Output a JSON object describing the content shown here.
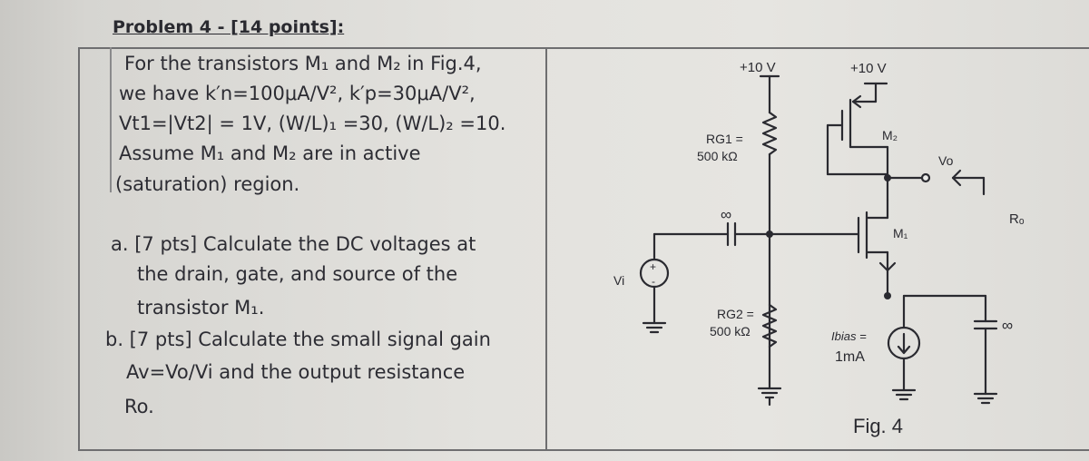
{
  "problem": {
    "heading": "Problem 4 - [14 points]:",
    "intro": [
      "For the transistors M₁ and M₂ in Fig.4,",
      "we  have  k′n=100μA/V²,  k′p=30μA/V²,",
      "Vt1=|Vt2| = 1V, (W/L)₁ =30, (W/L)₂ =10.",
      "Assume   M₁   and   M₂   are   in   active",
      "(saturation) region."
    ],
    "part_a": [
      "a. [7 pts] Calculate the DC voltages at",
      "the drain, gate, and source of the",
      "transistor M₁."
    ],
    "part_b": [
      "b. [7 pts] Calculate the small signal gain",
      "Av=Vo/Vi and the output resistance",
      "Ro."
    ]
  },
  "figure": {
    "supply_left": "+10 V",
    "supply_right": "+10 V",
    "rg1_label": "RG1 =",
    "rg1_value": "500 kΩ",
    "rg2_label": "RG2 =",
    "rg2_value": "500 kΩ",
    "coupling_cap_in": "∞",
    "coupling_cap_out": "∞",
    "source_label": "Vi",
    "source_plus": "+",
    "source_minus": "-",
    "m2_label": "M₂",
    "m1_label": "M₁",
    "vo_label": "Vo",
    "ro_label": "Rₒ",
    "ibias_label": "Ibias =",
    "ibias_value": "1mA",
    "caption": "Fig. 4"
  }
}
